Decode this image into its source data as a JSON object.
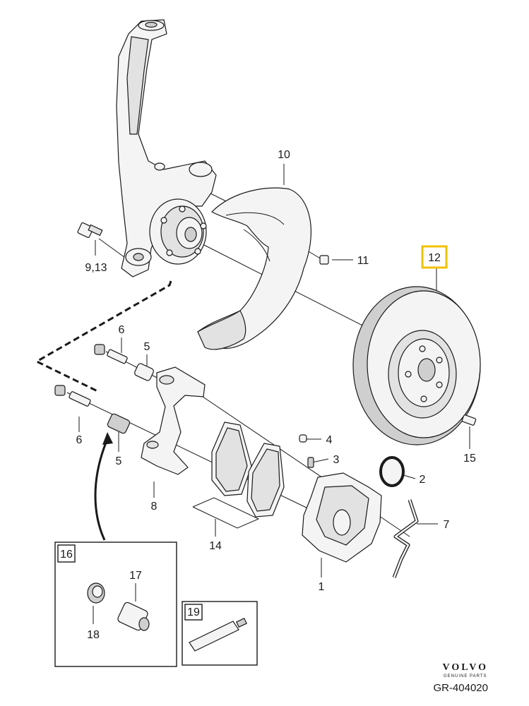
{
  "diagram": {
    "callouts": [
      {
        "id": "1",
        "label": "1"
      },
      {
        "id": "2",
        "label": "2"
      },
      {
        "id": "3",
        "label": "3"
      },
      {
        "id": "4",
        "label": "4"
      },
      {
        "id": "5a",
        "label": "5"
      },
      {
        "id": "5b",
        "label": "5"
      },
      {
        "id": "6a",
        "label": "6"
      },
      {
        "id": "6b",
        "label": "6"
      },
      {
        "id": "7",
        "label": "7"
      },
      {
        "id": "8",
        "label": "8"
      },
      {
        "id": "9",
        "label": "9,13"
      },
      {
        "id": "10",
        "label": "10"
      },
      {
        "id": "11",
        "label": "11"
      },
      {
        "id": "12",
        "label": "12"
      },
      {
        "id": "14",
        "label": "14"
      },
      {
        "id": "15",
        "label": "15"
      },
      {
        "id": "16",
        "label": "16"
      },
      {
        "id": "17",
        "label": "17"
      },
      {
        "id": "18",
        "label": "18"
      },
      {
        "id": "19",
        "label": "19"
      }
    ],
    "highlight_color": "#f2c200"
  },
  "brand": {
    "name": "VOLVO",
    "tagline": "GENUINE PARTS",
    "reference": "GR-404020"
  }
}
